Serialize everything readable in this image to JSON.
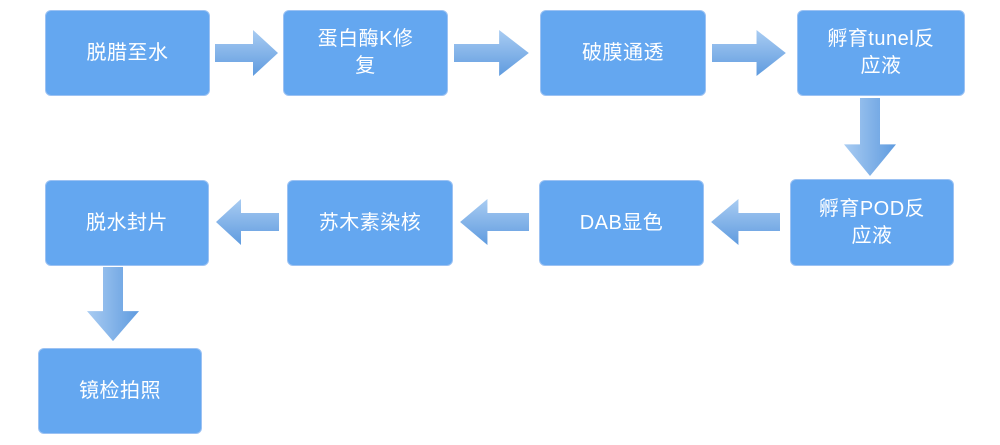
{
  "colors": {
    "node_fill": "#64a7f0",
    "node_border": "#9cc2f3",
    "node_text": "#ffffff",
    "arrow_gradient_light": "#a9ccf2",
    "arrow_gradient_dark": "#5f9bdf",
    "background": "#ffffff"
  },
  "flowchart": {
    "nodes": [
      {
        "label": "脱腊至水"
      },
      {
        "label": "蛋白酶K修复"
      },
      {
        "label": "破膜通透"
      },
      {
        "label": "孵育tunel反应液"
      },
      {
        "label": "孵育POD反应液"
      },
      {
        "label": "DAB显色"
      },
      {
        "label": "苏木素染核"
      },
      {
        "label": "脱水封片"
      },
      {
        "label": "镜检拍照"
      }
    ],
    "connections": [
      {
        "from": "脱腊至水",
        "to": "蛋白酶K修复",
        "direction": "right"
      },
      {
        "from": "蛋白酶K修复",
        "to": "破膜通透",
        "direction": "right"
      },
      {
        "from": "破膜通透",
        "to": "孵育tunel反应液",
        "direction": "right"
      },
      {
        "from": "孵育tunel反应液",
        "to": "孵育POD反应液",
        "direction": "down"
      },
      {
        "from": "孵育POD反应液",
        "to": "DAB显色",
        "direction": "left"
      },
      {
        "from": "DAB显色",
        "to": "苏木素染核",
        "direction": "left"
      },
      {
        "from": "苏木素染核",
        "to": "脱水封片",
        "direction": "left"
      },
      {
        "from": "脱水封片",
        "to": "镜检拍照",
        "direction": "down"
      }
    ]
  }
}
